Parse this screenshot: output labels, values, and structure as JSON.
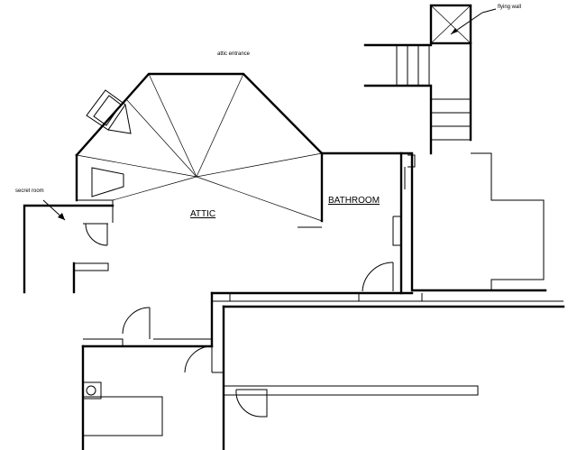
{
  "labels": {
    "attic_entrance": "attic entrance",
    "flying_wall": "flying wall",
    "secret_room": "secret room",
    "attic": "ATTIC",
    "bathroom": "BATHROOM"
  },
  "colors": {
    "ink": "#000000",
    "paper": "#ffffff"
  }
}
